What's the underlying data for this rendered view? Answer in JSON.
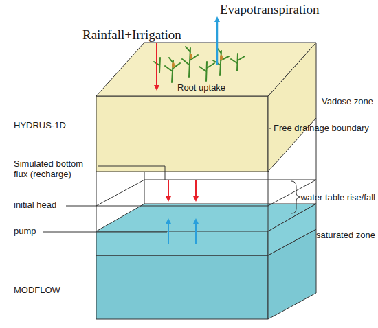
{
  "diagram": {
    "labels": [
      "Evapotranspiration",
      "Rainfall+Irrigation",
      "Vadose zone",
      "Root uptake",
      "HYDRUS-1D",
      "Free drainage boundary",
      "Simulated bottom flux (recharge)",
      "water table rise/fall",
      "initial head",
      "pump",
      "saturated zone",
      "MODFLOW"
    ]
  }
}
